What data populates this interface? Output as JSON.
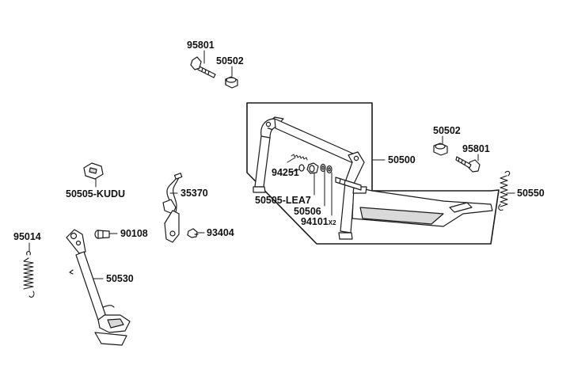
{
  "labels": {
    "p95801_top": "95801",
    "p50502_top": "50502",
    "p50502_right": "50502",
    "p95801_right": "95801",
    "p50500": "50500",
    "p94251": "94251",
    "p50505_lea7": "50505-LEA7",
    "p50506": "50506",
    "p94101": "94101",
    "p94101_qty": "X2",
    "p50550": "50550",
    "p50505_kudu": "50505-KUDU",
    "p35370": "35370",
    "p95014": "95014",
    "p90108": "90108",
    "p93404": "93404",
    "p50530": "50530"
  },
  "colors": {
    "line": "#1a1a1a",
    "part_fill": "#ffffff",
    "shade": "#d9d9d9"
  }
}
